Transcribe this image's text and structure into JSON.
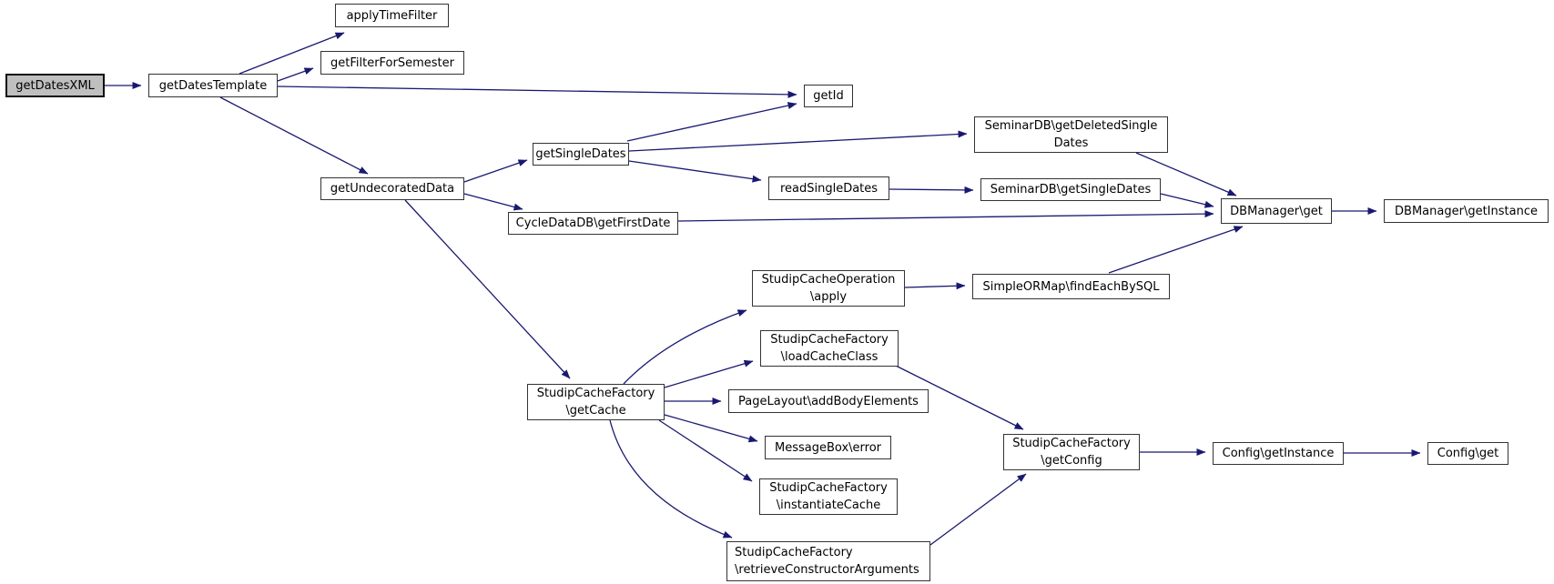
{
  "diagram": {
    "type": "call-graph",
    "title": "getDatesXML call graph",
    "nodes": [
      {
        "id": "getDatesXML",
        "label": "getDatesXML",
        "highlighted": true
      },
      {
        "id": "getDatesTemplate",
        "label": "getDatesTemplate"
      },
      {
        "id": "applyTimeFilter",
        "label": "applyTimeFilter"
      },
      {
        "id": "getFilterForSemester",
        "label": "getFilterForSemester"
      },
      {
        "id": "getId",
        "label": "getId"
      },
      {
        "id": "getUndecoratedData",
        "label": "getUndecoratedData"
      },
      {
        "id": "getSingleDates",
        "label": "getSingleDates"
      },
      {
        "id": "CycleDataDB_getFirstDate",
        "label": "CycleDataDB\\getFirstDate"
      },
      {
        "id": "readSingleDates",
        "label": "readSingleDates"
      },
      {
        "id": "SeminarDB_getDeletedSingleDates",
        "label": "SeminarDB\\getDeletedSingle\nDates"
      },
      {
        "id": "SeminarDB_getSingleDates",
        "label": "SeminarDB\\getSingleDates"
      },
      {
        "id": "DBManager_get",
        "label": "DBManager\\get"
      },
      {
        "id": "DBManager_getInstance",
        "label": "DBManager\\getInstance"
      },
      {
        "id": "StudipCacheOperation_apply",
        "label": "StudipCacheOperation\n\\apply"
      },
      {
        "id": "SimpleORMap_findEachBySQL",
        "label": "SimpleORMap\\findEachBySQL"
      },
      {
        "id": "StudipCacheFactory_loadCacheClass",
        "label": "StudipCacheFactory\n\\loadCacheClass"
      },
      {
        "id": "StudipCacheFactory_getCache",
        "label": "StudipCacheFactory\n\\getCache"
      },
      {
        "id": "PageLayout_addBodyElements",
        "label": "PageLayout\\addBodyElements"
      },
      {
        "id": "MessageBox_error",
        "label": "MessageBox\\error"
      },
      {
        "id": "StudipCacheFactory_instantiateCache",
        "label": "StudipCacheFactory\n\\instantiateCache"
      },
      {
        "id": "StudipCacheFactory_retrieveConstructorArguments",
        "label": "StudipCacheFactory\n\\retrieveConstructorArguments"
      },
      {
        "id": "StudipCacheFactory_getConfig",
        "label": "StudipCacheFactory\n\\getConfig"
      },
      {
        "id": "Config_getInstance",
        "label": "Config\\getInstance"
      },
      {
        "id": "Config_get",
        "label": "Config\\get"
      }
    ],
    "edges": [
      [
        "getDatesXML",
        "getDatesTemplate"
      ],
      [
        "getDatesTemplate",
        "applyTimeFilter"
      ],
      [
        "getDatesTemplate",
        "getFilterForSemester"
      ],
      [
        "getDatesTemplate",
        "getId"
      ],
      [
        "getDatesTemplate",
        "getUndecoratedData"
      ],
      [
        "getUndecoratedData",
        "getSingleDates"
      ],
      [
        "getUndecoratedData",
        "CycleDataDB_getFirstDate"
      ],
      [
        "getUndecoratedData",
        "StudipCacheFactory_getCache"
      ],
      [
        "getSingleDates",
        "getId"
      ],
      [
        "getSingleDates",
        "SeminarDB_getDeletedSingleDates"
      ],
      [
        "getSingleDates",
        "readSingleDates"
      ],
      [
        "readSingleDates",
        "SeminarDB_getSingleDates"
      ],
      [
        "SeminarDB_getDeletedSingleDates",
        "DBManager_get"
      ],
      [
        "SeminarDB_getSingleDates",
        "DBManager_get"
      ],
      [
        "CycleDataDB_getFirstDate",
        "DBManager_get"
      ],
      [
        "SimpleORMap_findEachBySQL",
        "DBManager_get"
      ],
      [
        "DBManager_get",
        "DBManager_getInstance"
      ],
      [
        "StudipCacheFactory_getCache",
        "StudipCacheOperation_apply"
      ],
      [
        "StudipCacheOperation_apply",
        "SimpleORMap_findEachBySQL"
      ],
      [
        "StudipCacheFactory_getCache",
        "StudipCacheFactory_loadCacheClass"
      ],
      [
        "StudipCacheFactory_getCache",
        "PageLayout_addBodyElements"
      ],
      [
        "StudipCacheFactory_getCache",
        "MessageBox_error"
      ],
      [
        "StudipCacheFactory_getCache",
        "StudipCacheFactory_instantiateCache"
      ],
      [
        "StudipCacheFactory_getCache",
        "StudipCacheFactory_retrieveConstructorArguments"
      ],
      [
        "StudipCacheFactory_loadCacheClass",
        "StudipCacheFactory_getConfig"
      ],
      [
        "StudipCacheFactory_retrieveConstructorArguments",
        "StudipCacheFactory_getConfig"
      ],
      [
        "StudipCacheFactory_getConfig",
        "Config_getInstance"
      ],
      [
        "Config_getInstance",
        "Config_get"
      ]
    ],
    "colors": {
      "edge": "#191970",
      "node_border": "#333333",
      "node_fill": "#ffffff",
      "highlight_fill": "#bfbfbf",
      "background": "#ffffff"
    }
  }
}
